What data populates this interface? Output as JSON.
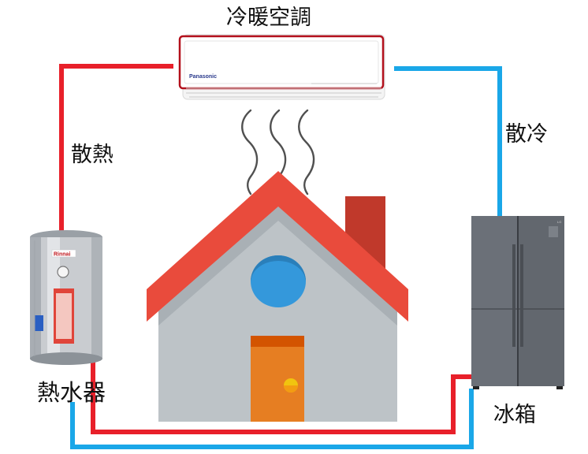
{
  "labels": {
    "air_conditioner": "冷暖空調",
    "heat_release": "散熱",
    "cool_release": "散冷",
    "water_heater": "熱水器",
    "refrigerator": "冰箱"
  },
  "brands": {
    "air_conditioner": "Panasonic",
    "water_heater": "Rinnai",
    "refrigerator": "LG"
  },
  "colors": {
    "hot_line": "#e8202a",
    "cold_line": "#1aa7e8",
    "roof": "#e94b3c",
    "house_wall": "#bdc3c7",
    "chimney": "#c0392b",
    "window": "#3498db",
    "door": "#e67e22"
  }
}
